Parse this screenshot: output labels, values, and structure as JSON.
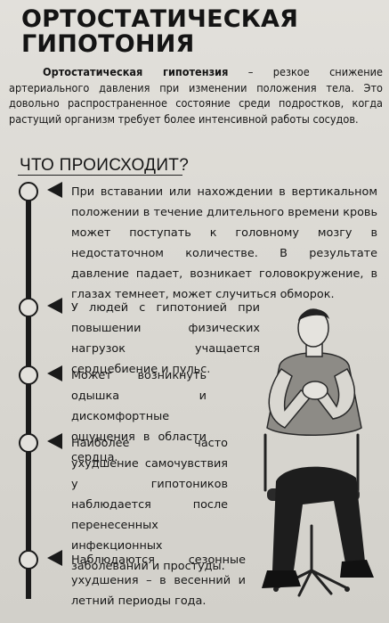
{
  "title": {
    "line1": "ОРТОСТАТИЧЕСКАЯ",
    "line2": "ГИПОТОНИЯ"
  },
  "intro": {
    "term": "Ортостатическая гипотензия",
    "rest": " – резкое снижение артериального давления при изменении положения тела. Это довольно распространенное состояние среди подростков, когда растущий организм требует более интенсивной работы сосудов."
  },
  "section_heading": "ЧТО ПРОИСХОДИТ?",
  "items": [
    "При вставании или нахождении в вертикальном положении в течение длительного времени кровь может поступать к головному мозгу в недостаточном количестве. В результате давление падает, возникает головокружение, в глазах темнеет, может случиться обморок.",
    "У людей с гипотонией при повышении физических нагрузок учащается сердцебиение и пульс.",
    "Может возникнуть одышка и дискомфортные ощущения в области сердца.",
    "Наиболее часто ухудшение самочувствия у гипотоников наблюдается после перенесенных инфекционных заболеваний и простуды.",
    "Наблюдаются сезонные ухудшения – в весенний и летний периоды года."
  ],
  "colors": {
    "ink": "#161616",
    "paper": "#dcdad5"
  },
  "illustration_icon": "seated-man-holding-chest-icon"
}
